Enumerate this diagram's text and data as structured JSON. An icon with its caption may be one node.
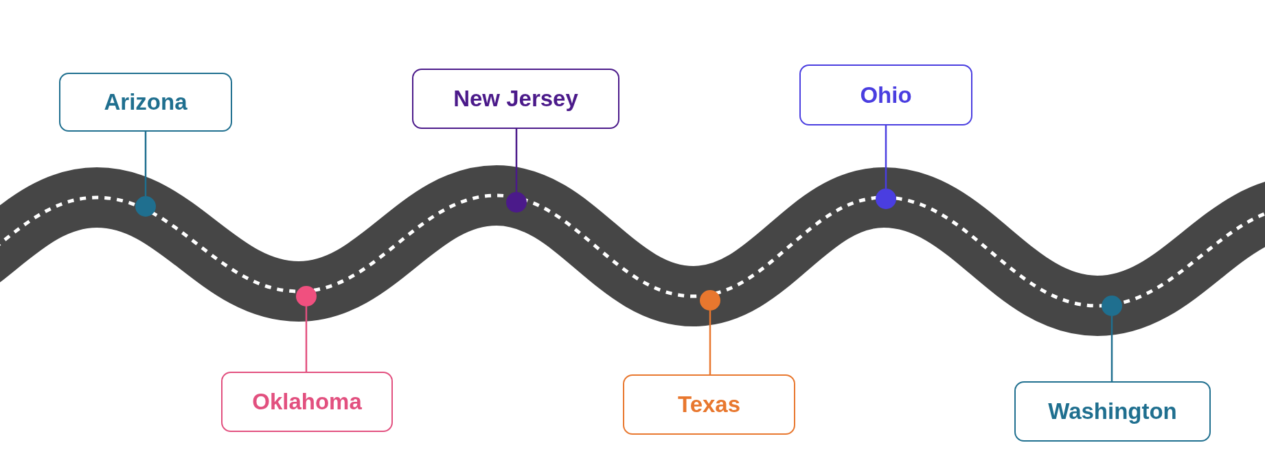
{
  "diagram": {
    "nodes": [
      {
        "text": [
          "Arizona"
        ]
      },
      {
        "text": [
          "Oklahoma"
        ]
      },
      {
        "text": [
          "New Jersey"
        ]
      },
      {
        "text": [
          "Texas"
        ]
      },
      {
        "text": [
          "Ohio"
        ]
      },
      {
        "text": [
          "Washington"
        ]
      },
      {
        "text": [],
        "shape": "circle"
      },
      {
        "text": [],
        "shape": "circle"
      },
      {
        "text": [],
        "shape": "circle"
      },
      {
        "text": [],
        "shape": "circle"
      },
      {
        "text": [],
        "shape": "circle"
      },
      {
        "text": [],
        "shape": "circle"
      }
    ],
    "edges": [
      {
        "from": 0,
        "to": 6,
        "arrow": "none",
        "color": "#1f6f8f"
      },
      {
        "from": 1,
        "to": 7,
        "arrow": "none",
        "color": "#e2507f"
      },
      {
        "from": 2,
        "to": 8,
        "arrow": "none",
        "color": "#4b1a8a"
      },
      {
        "from": 3,
        "to": 9,
        "arrow": "none",
        "color": "#e8772e"
      },
      {
        "from": 4,
        "to": 10,
        "arrow": "none",
        "color": "#4a3ee0"
      },
      {
        "from": 5,
        "to": 11,
        "arrow": "none",
        "color": "#1f6f8f"
      }
    ]
  }
}
